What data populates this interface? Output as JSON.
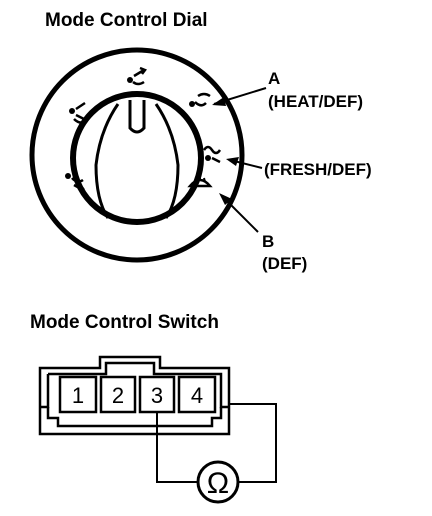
{
  "dial": {
    "title": "Mode Control Dial",
    "callout_a_letter": "A",
    "callout_a_label": "(HEAT/DEF)",
    "callout_fresh_label": "(FRESH/DEF)",
    "callout_b_letter": "B",
    "callout_b_label": "(DEF)",
    "mode_icons": [
      "vent-icon",
      "bi-level-icon",
      "floor-icon",
      "heat-def-icon",
      "fresh-def-icon",
      "defrost-icon"
    ]
  },
  "switch": {
    "title": "Mode Control Switch",
    "pins": [
      "1",
      "2",
      "3",
      "4"
    ],
    "meter_symbol": "Ω"
  }
}
